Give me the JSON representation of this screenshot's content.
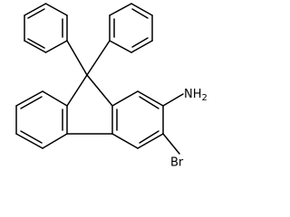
{
  "molecule": {
    "labels": {
      "amine": "NH",
      "amine_subscript": "2",
      "bromo": "Br"
    },
    "colors": {
      "bond": "#000000",
      "background": "#ffffff"
    }
  }
}
